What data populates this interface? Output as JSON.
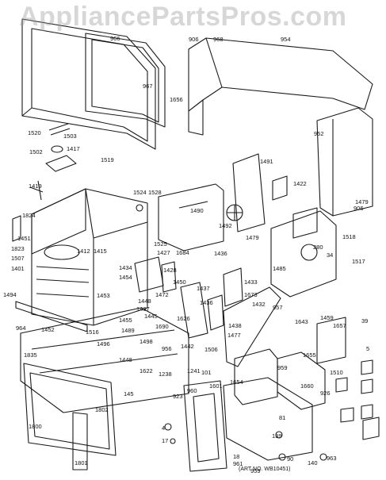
{
  "watermark": "AppliancePartsPros.com",
  "art_number": "(ART NO. WB10451)",
  "colors": {
    "line": "#1a1a1a",
    "fill": "#ffffff",
    "watermark": "#969696"
  },
  "part_labels": [
    {
      "id": "l966",
      "text": "966"
    },
    {
      "id": "l967",
      "text": "967"
    },
    {
      "id": "l1656",
      "text": "1656"
    },
    {
      "id": "l906a",
      "text": "906"
    },
    {
      "id": "l968",
      "text": "968"
    },
    {
      "id": "l954",
      "text": "954"
    },
    {
      "id": "l952",
      "text": "952"
    },
    {
      "id": "l906b",
      "text": "906"
    },
    {
      "id": "l1520",
      "text": "1520"
    },
    {
      "id": "l1503",
      "text": "1503"
    },
    {
      "id": "l1502",
      "text": "1502"
    },
    {
      "id": "l1417",
      "text": "1417"
    },
    {
      "id": "l1519",
      "text": "1519"
    },
    {
      "id": "l1419",
      "text": "1419"
    },
    {
      "id": "l1491",
      "text": "1491"
    },
    {
      "id": "l1422",
      "text": "1422"
    },
    {
      "id": "l1524",
      "text": "1524"
    },
    {
      "id": "l1528",
      "text": "1528"
    },
    {
      "id": "l1490",
      "text": "1490"
    },
    {
      "id": "l1492",
      "text": "1492"
    },
    {
      "id": "l1479a",
      "text": "1479"
    },
    {
      "id": "l1479b",
      "text": "1479"
    },
    {
      "id": "l1518",
      "text": "1518"
    },
    {
      "id": "l1824",
      "text": "1824"
    },
    {
      "id": "l1451",
      "text": "1451"
    },
    {
      "id": "l1823",
      "text": "1823"
    },
    {
      "id": "l1507",
      "text": "1507"
    },
    {
      "id": "l1401",
      "text": "1401"
    },
    {
      "id": "l1412",
      "text": "1412"
    },
    {
      "id": "l1415",
      "text": "1415"
    },
    {
      "id": "l1525",
      "text": "1525"
    },
    {
      "id": "l1427",
      "text": "1427"
    },
    {
      "id": "l1684",
      "text": "1684"
    },
    {
      "id": "l1436",
      "text": "1436"
    },
    {
      "id": "l1485",
      "text": "1485"
    },
    {
      "id": "l280",
      "text": "280"
    },
    {
      "id": "l34",
      "text": "34"
    },
    {
      "id": "l1517",
      "text": "1517"
    },
    {
      "id": "l1434",
      "text": "1434"
    },
    {
      "id": "l1454",
      "text": "1454"
    },
    {
      "id": "l1428",
      "text": "1428"
    },
    {
      "id": "l1450",
      "text": "1450"
    },
    {
      "id": "l1437",
      "text": "1437"
    },
    {
      "id": "l1433",
      "text": "1433"
    },
    {
      "id": "l1673",
      "text": "1673"
    },
    {
      "id": "l1453",
      "text": "1453"
    },
    {
      "id": "l1448",
      "text": "1448"
    },
    {
      "id": "l1472",
      "text": "1472"
    },
    {
      "id": "l1497",
      "text": "1497"
    },
    {
      "id": "l1445",
      "text": "1445"
    },
    {
      "id": "l1436b",
      "text": "1436"
    },
    {
      "id": "l1432",
      "text": "1432"
    },
    {
      "id": "l957",
      "text": "957"
    },
    {
      "id": "l964",
      "text": "964"
    },
    {
      "id": "l1452",
      "text": "1452"
    },
    {
      "id": "l1516",
      "text": "1516"
    },
    {
      "id": "l1489",
      "text": "1489"
    },
    {
      "id": "l1690",
      "text": "1690"
    },
    {
      "id": "l1626",
      "text": "1626"
    },
    {
      "id": "l1438",
      "text": "1438"
    },
    {
      "id": "l1643",
      "text": "1643"
    },
    {
      "id": "l1459",
      "text": "1459"
    },
    {
      "id": "l1657",
      "text": "1657"
    },
    {
      "id": "l39",
      "text": "39"
    },
    {
      "id": "l1835",
      "text": "1835"
    },
    {
      "id": "l1496",
      "text": "1496"
    },
    {
      "id": "l1498",
      "text": "1498"
    },
    {
      "id": "l956",
      "text": "956"
    },
    {
      "id": "l1442",
      "text": "1442"
    },
    {
      "id": "l1506",
      "text": "1506"
    },
    {
      "id": "l1477",
      "text": "1477"
    },
    {
      "id": "l5",
      "text": "5"
    },
    {
      "id": "l1655",
      "text": "1655"
    },
    {
      "id": "l1448b",
      "text": "1448"
    },
    {
      "id": "l1622",
      "text": "1622"
    },
    {
      "id": "l1238",
      "text": "1238"
    },
    {
      "id": "l1241",
      "text": "1241"
    },
    {
      "id": "l101",
      "text": "101"
    },
    {
      "id": "l959",
      "text": "959"
    },
    {
      "id": "l1510",
      "text": "1510"
    },
    {
      "id": "l1654",
      "text": "1654"
    },
    {
      "id": "l1660",
      "text": "1660"
    },
    {
      "id": "l1601",
      "text": "1601"
    },
    {
      "id": "l145",
      "text": "145"
    },
    {
      "id": "l960",
      "text": "960"
    },
    {
      "id": "l923",
      "text": "923"
    },
    {
      "id": "l926",
      "text": "926"
    },
    {
      "id": "l1802",
      "text": "1802"
    },
    {
      "id": "l1800",
      "text": "1800"
    },
    {
      "id": "l81",
      "text": "81"
    },
    {
      "id": "l139",
      "text": "139"
    },
    {
      "id": "l4",
      "text": "4"
    },
    {
      "id": "l17",
      "text": "17"
    },
    {
      "id": "l18",
      "text": "18"
    },
    {
      "id": "l961",
      "text": "961"
    },
    {
      "id": "l959b",
      "text": "959"
    },
    {
      "id": "l90",
      "text": "90"
    },
    {
      "id": "l140",
      "text": "140"
    },
    {
      "id": "l963",
      "text": "963"
    },
    {
      "id": "l1801",
      "text": "1801"
    },
    {
      "id": "l1494",
      "text": "1494"
    },
    {
      "id": "l1455",
      "text": "1455"
    }
  ]
}
